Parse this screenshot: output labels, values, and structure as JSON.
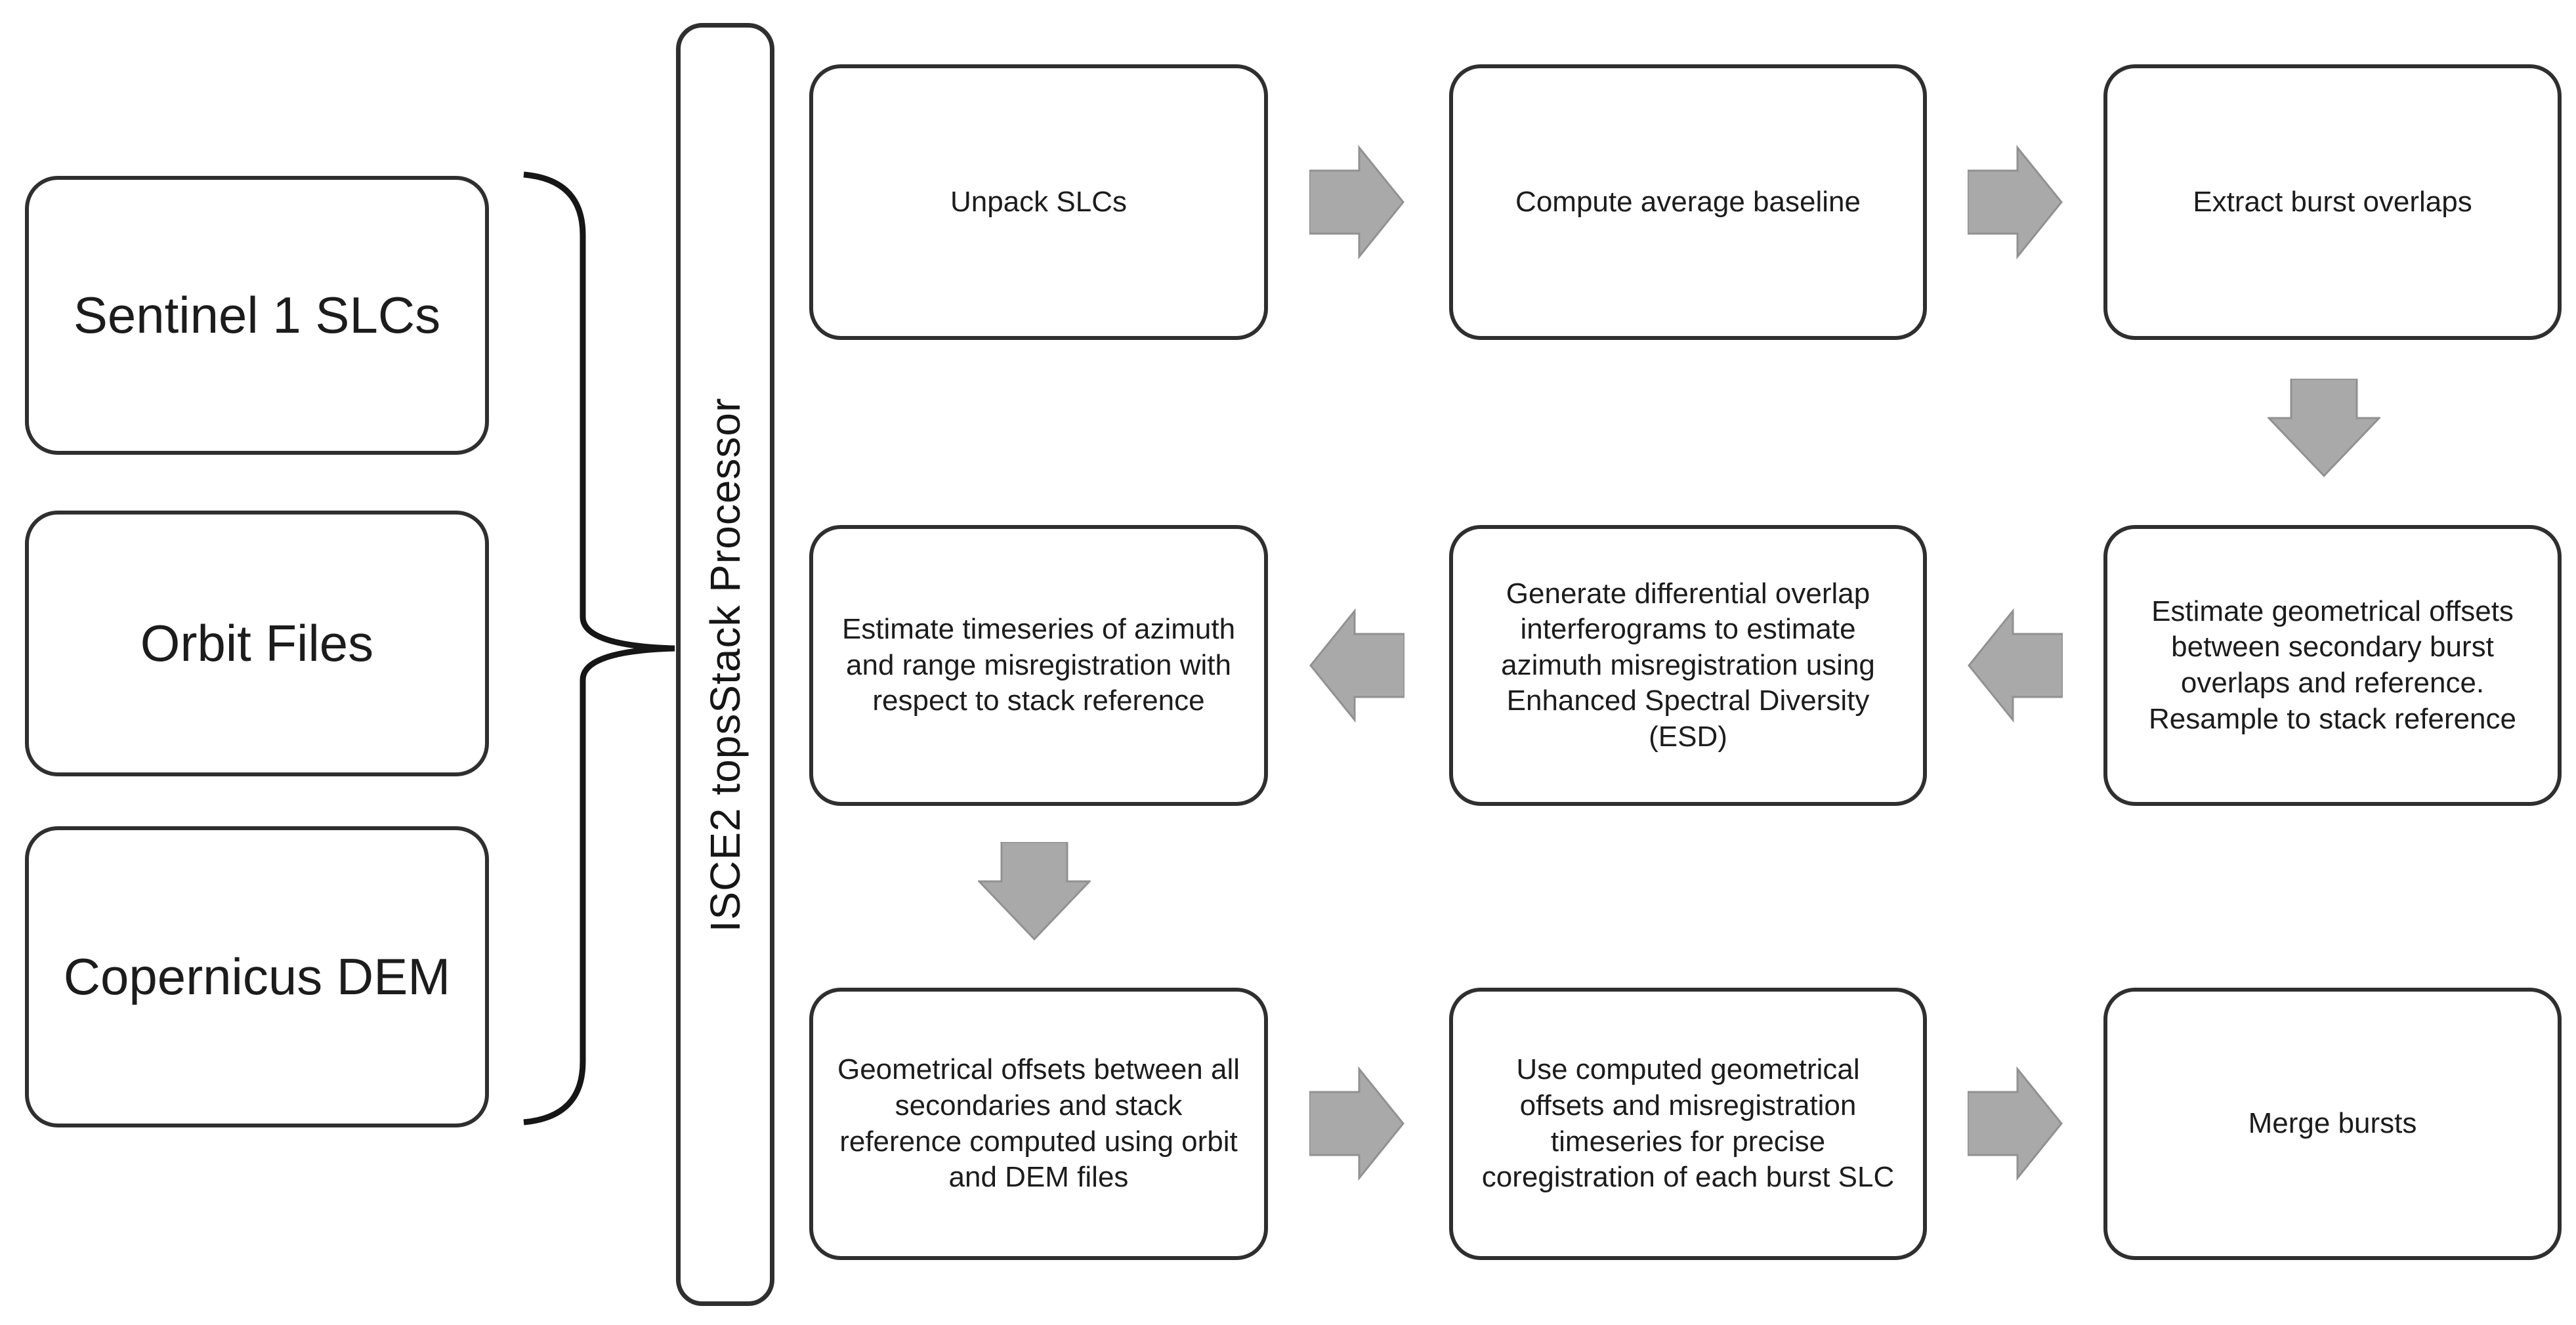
{
  "inputs": [
    {
      "label": "Sentinel 1 SLCs"
    },
    {
      "label": "Orbit Files"
    },
    {
      "label": "Copernicus DEM"
    }
  ],
  "processor": {
    "label": "ISCE2 topsStack Processor"
  },
  "steps": [
    {
      "label": "Unpack SLCs"
    },
    {
      "label": "Compute average baseline"
    },
    {
      "label": "Extract burst overlaps"
    },
    {
      "label": "Estimate geometrical offsets between secondary burst overlaps and reference. Resample to stack reference"
    },
    {
      "label": "Generate differential overlap interferograms to estimate azimuth misregistration using Enhanced Spectral Diversity (ESD)"
    },
    {
      "label": "Estimate timeseries of azimuth and range misregistration with respect to stack reference"
    },
    {
      "label": "Geometrical offsets between all secondaries and stack reference computed using orbit and DEM files"
    },
    {
      "label": "Use computed geometrical offsets and misregistration timeseries for precise coregistration of each burst SLC"
    },
    {
      "label": "Merge bursts"
    }
  ],
  "colors": {
    "arrow_fill": "#a9a9a9",
    "arrow_stroke": "#919191",
    "box_border": "#2f2f2f",
    "text": "#1c1c1c",
    "background": "#ffffff"
  }
}
